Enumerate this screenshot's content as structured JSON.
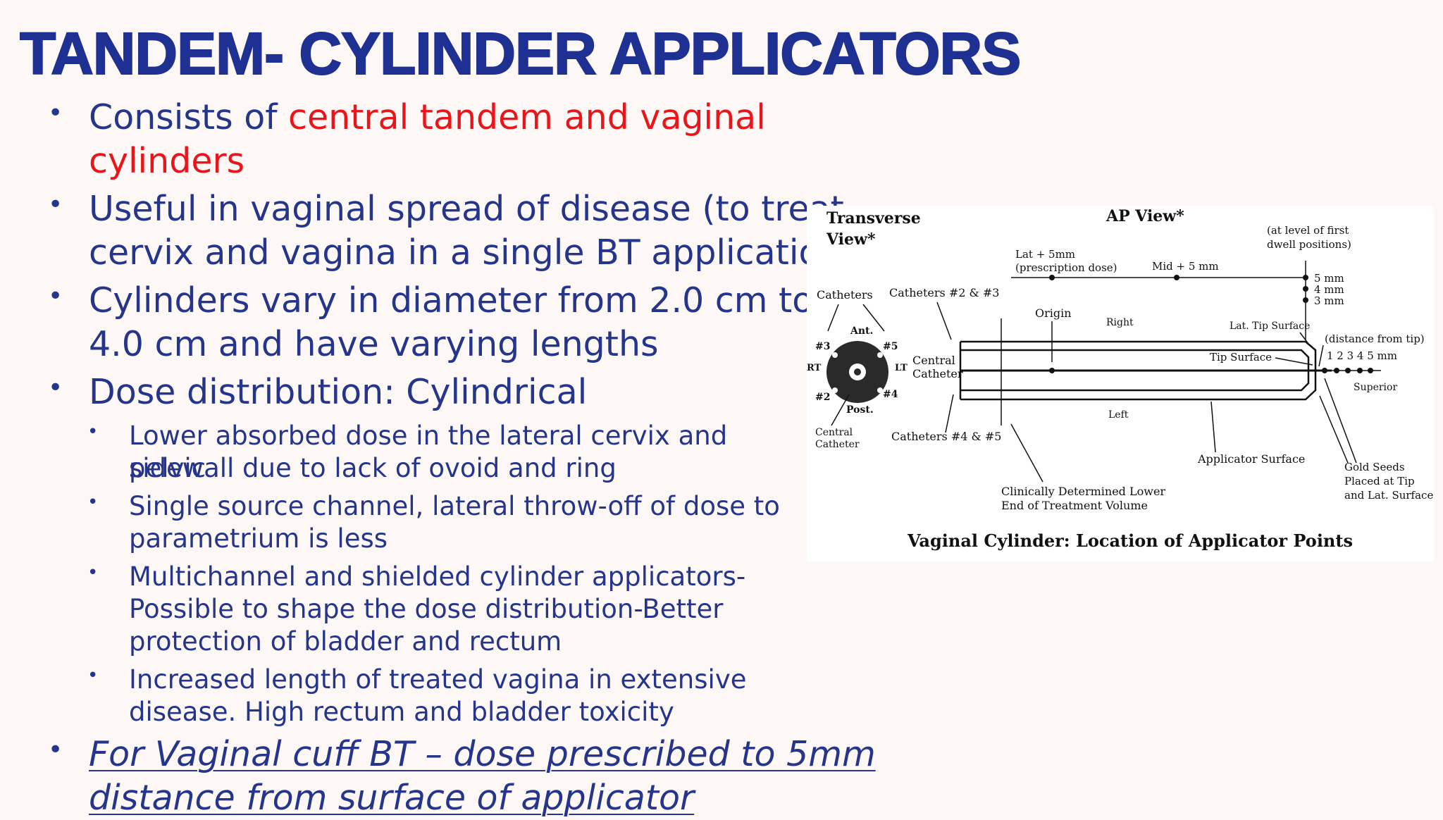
{
  "slide": {
    "title": "TANDEM- CYLINDER APPLICATORS",
    "bullets": {
      "b1_pre": "Consists of ",
      "b1_red": "central tandem and vaginal",
      "b1_red2": "cylinders",
      "b2_line1": "Useful in vaginal spread of disease (to treat",
      "b2_line2": "cervix and vagina in a single BT application",
      "b3_line1": "Cylinders vary in diameter from 2.0 cm to",
      "b3_line2": "4.0 cm and have varying lengths",
      "b4": "Dose distribution: Cylindrical",
      "sub1_line1": "Lower absorbed dose in the lateral cervix and pelvic",
      "sub1_line2": "sidewall due to lack of ovoid and ring",
      "sub2_line1": "Single source channel, lateral throw-off of dose to",
      "sub2_line2": "parametrium is less",
      "sub3_line1": "Multichannel and shielded cylinder applicators-",
      "sub3_line2": "Possible to shape the dose distribution-Better",
      "sub3_line3": "protection of bladder and rectum",
      "sub4_line1": "Increased length of treated vagina in extensive",
      "sub4_line2": "disease. High rectum and bladder toxicity",
      "b5_line1": "For Vaginal cuff BT – dose prescribed to 5mm",
      "b5_line2": "distance from surface of applicator"
    },
    "bullet_glyph": "•"
  },
  "figure": {
    "transverse_view": "Transverse",
    "transverse_view2": "View*",
    "ap_view": "AP View*",
    "at_level": "(at level of first",
    "dwell": "dwell positions)",
    "lat5": "Lat + 5mm",
    "presc": "(prescription dose)",
    "mid5": "Mid + 5 mm",
    "mm5": "5 mm",
    "mm4": "4 mm",
    "mm3": "3 mm",
    "catheters": "Catheters",
    "cath23": "Catheters  #2 & #3",
    "origin": "Origin",
    "right": "Right",
    "lat_tip": "Lat. Tip Surface",
    "dist_tip": "(distance from tip)",
    "ant": "Ant.",
    "n3": "#3",
    "n5": "#5",
    "rt": "RT",
    "lt": "LT",
    "central": "Central",
    "catheter": "Catheter",
    "tip_surface": "Tip Surface",
    "nums": "1  2  3  4  5 mm",
    "n2": "#2",
    "n4": "#4",
    "post": "Post.",
    "superior": "Superior",
    "left": "Left",
    "central_cath1": "Central",
    "central_cath2": "Catheter",
    "cath45": "Catheters #4 & #5",
    "app_surface": "Applicator Surface",
    "gold1": "Gold Seeds",
    "gold2": "Placed at Tip",
    "gold3": "and Lat. Surface",
    "clin1": "Clinically Determined Lower",
    "clin2": "End of Treatment Volume",
    "caption": "Vaginal Cylinder: Location of Applicator Points"
  },
  "colors": {
    "title": "#1e3192",
    "body_text": "#26358c",
    "highlight": "#e8161b",
    "background": "#fdf8f6"
  }
}
